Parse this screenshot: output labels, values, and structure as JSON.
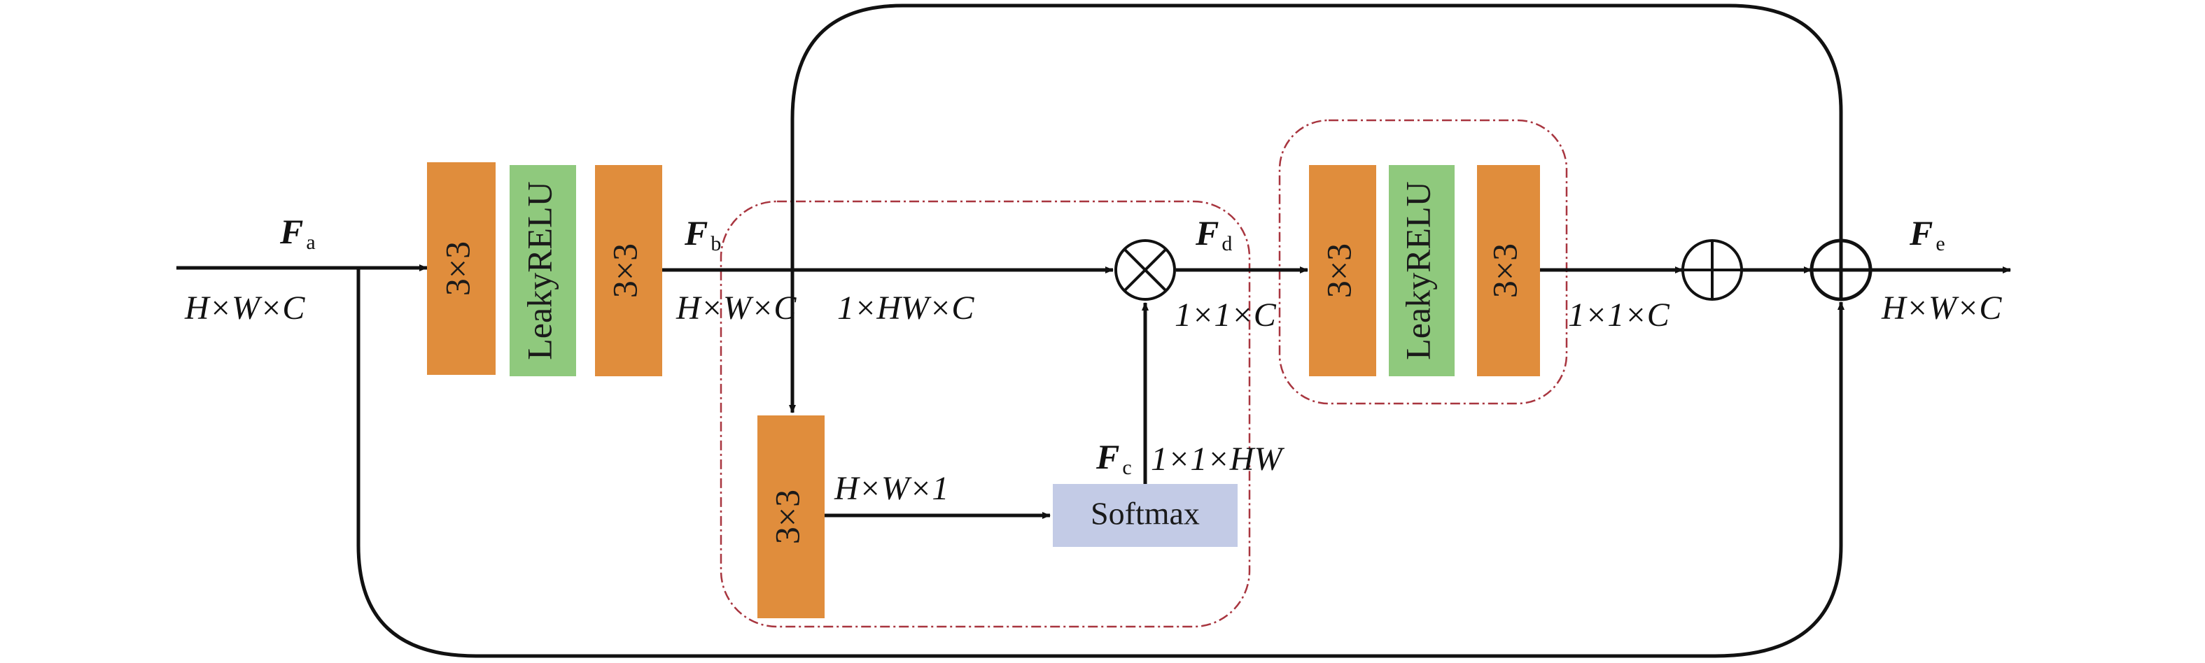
{
  "colors": {
    "conv": "#e08d3c",
    "leaky": "#8fc97d",
    "softmax": "#c3cbe6",
    "dashed_outline": "#a8353f",
    "line": "#111111"
  },
  "variables": {
    "fa": {
      "main": "F",
      "sub": "a"
    },
    "fb": {
      "main": "F",
      "sub": "b"
    },
    "fc": {
      "main": "F",
      "sub": "c"
    },
    "fd": {
      "main": "F",
      "sub": "d"
    },
    "fe": {
      "main": "F",
      "sub": "e"
    }
  },
  "blocks": {
    "conv_label": "3×3",
    "leaky_label": "LeakyRELU",
    "softmax_label": "Softmax"
  },
  "dims": {
    "input": "H×W×C",
    "fb": "H×W×C",
    "reshape": "1×HW×C",
    "mul_out": "1×1×C",
    "branch": "H×W×1",
    "fc": "1×1×HW",
    "transform_out": "1×1×C",
    "output": "H×W×C"
  },
  "operators": {
    "multiply": "⊗",
    "add": "⊕"
  }
}
